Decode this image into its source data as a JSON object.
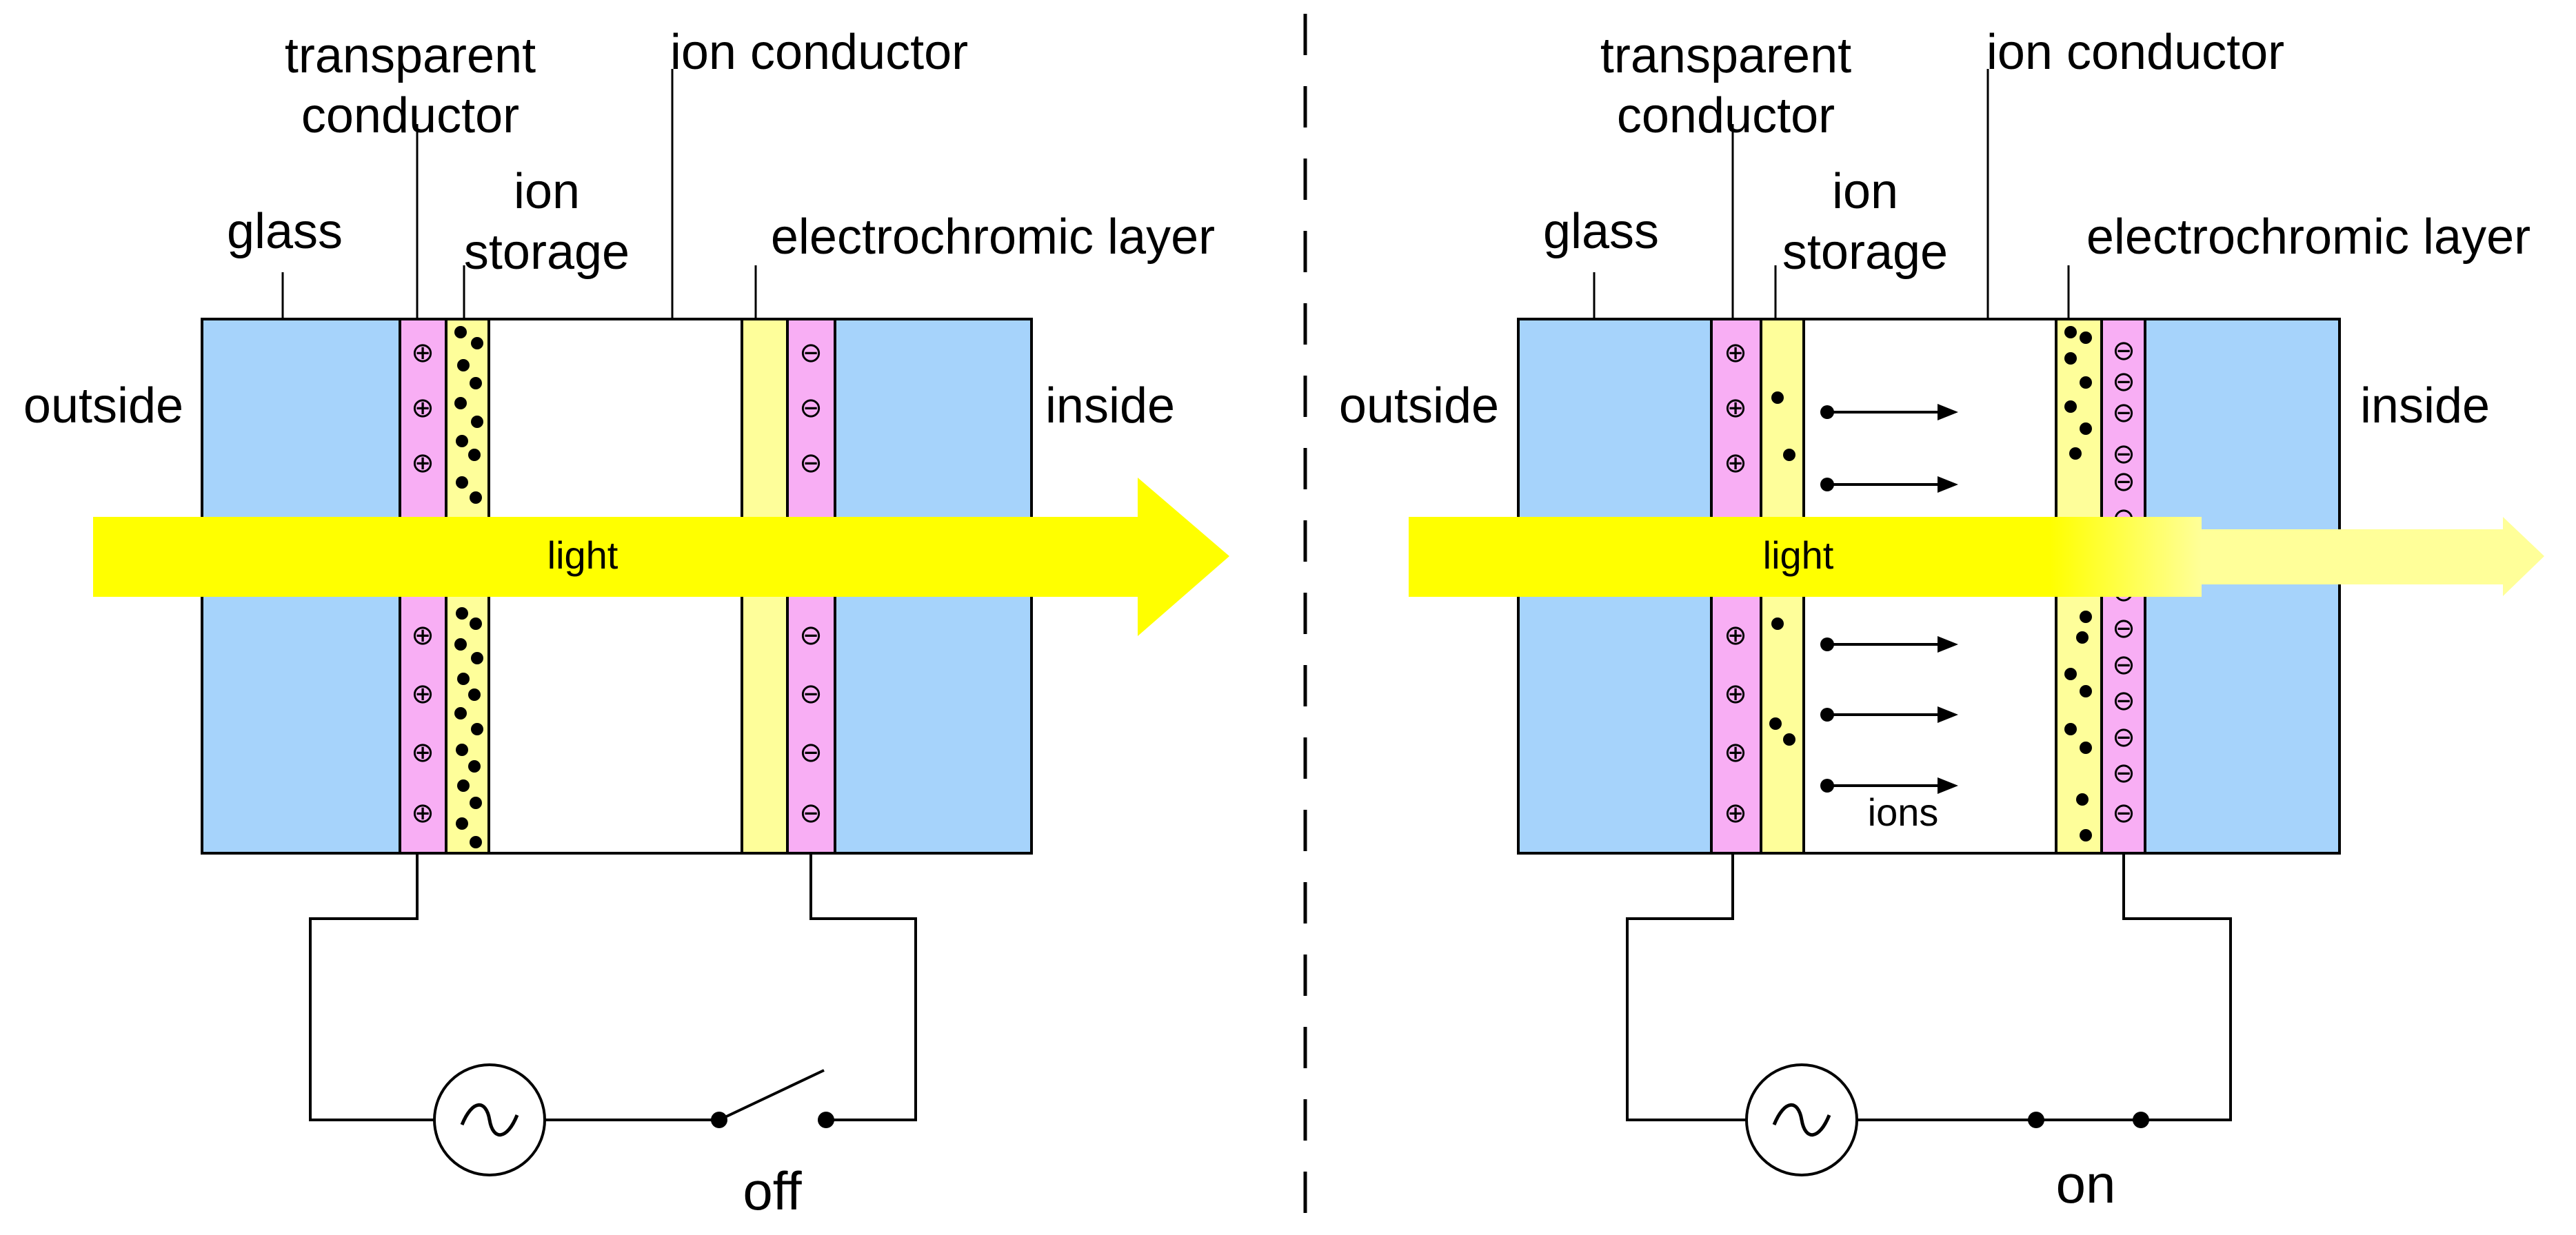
{
  "colors": {
    "glass": "#a6d3fb",
    "transparent_conductor": "#f8aef4",
    "ion_storage": "#fefe9a",
    "electrochromic_layer": "#fefe9a",
    "light_arrow": "#ffff00",
    "light_arrow_faded": "#ffff99",
    "line": "#000000"
  },
  "symbols": {
    "plus": "⊕",
    "minus": "⊖",
    "ac_source": "∼"
  },
  "left_panel": {
    "state": "off",
    "labels": {
      "transparent_conductor": [
        "transparent",
        "conductor"
      ],
      "ion_conductor": "ion conductor",
      "ion_storage": [
        "ion",
        "storage"
      ],
      "glass": "glass",
      "electrochromic_layer": "electrochromic layer",
      "outside": "outside",
      "inside": "inside",
      "light": "light"
    }
  },
  "right_panel": {
    "state": "on",
    "labels": {
      "transparent_conductor": [
        "transparent",
        "conductor"
      ],
      "ion_conductor": "ion conductor",
      "ion_storage": [
        "ion",
        "storage"
      ],
      "glass": "glass",
      "electrochromic_layer": "electrochromic layer",
      "outside": "outside",
      "inside": "inside",
      "light": "light",
      "ions": "ions"
    }
  }
}
